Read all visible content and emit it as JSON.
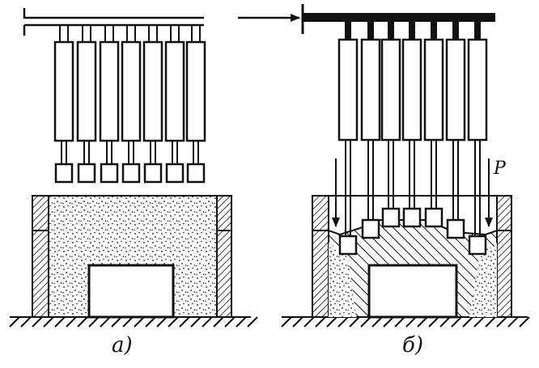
{
  "labels": {
    "a": "а)",
    "b": "б)",
    "force": "P"
  },
  "colors": {
    "ink": "#111111",
    "paper": "#ffffff"
  },
  "icons": [
    "arrow-right-icon",
    "arrow-down-icon"
  ]
}
